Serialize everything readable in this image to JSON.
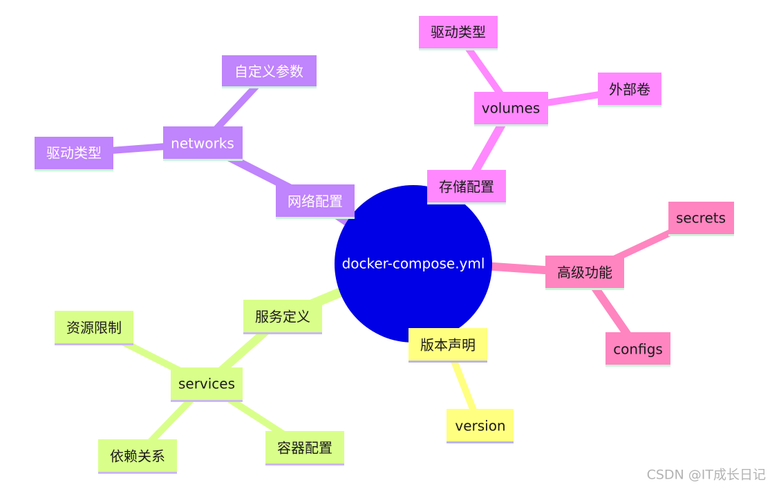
{
  "root": {
    "label": "docker-compose.yml",
    "color": "#0000e6",
    "text_color": "#ffffff"
  },
  "branches": {
    "network": {
      "color": "#c084fc",
      "text_color": "#ffffff",
      "underline": "#c8f7d8",
      "nodes": {
        "main": "网络配置",
        "networks": "networks",
        "custom": "自定义参数",
        "driver": "驱动类型"
      }
    },
    "storage": {
      "color": "#ff88ff",
      "text_color": "#1a1a1a",
      "underline": "#c8f7d8",
      "nodes": {
        "main": "存储配置",
        "volumes": "volumes",
        "driver": "驱动类型",
        "external": "外部卷"
      }
    },
    "advanced": {
      "color": "#ff85c0",
      "text_color": "#1a1a1a",
      "underline": "#c8f7d8",
      "nodes": {
        "main": "高级功能",
        "secrets": "secrets",
        "configs": "configs"
      }
    },
    "version": {
      "color": "#ffff80",
      "text_color": "#1a1a1a",
      "underline": "#b9b4f0",
      "nodes": {
        "main": "版本声明",
        "version": "version"
      }
    },
    "services": {
      "color": "#d9ff8a",
      "text_color": "#1a1a1a",
      "underline": "#c9b8f0",
      "nodes": {
        "main": "服务定义",
        "services": "services",
        "limits": "资源限制",
        "depends": "依赖关系",
        "container": "容器配置"
      }
    }
  },
  "watermark": "CSDN @IT成长日记"
}
